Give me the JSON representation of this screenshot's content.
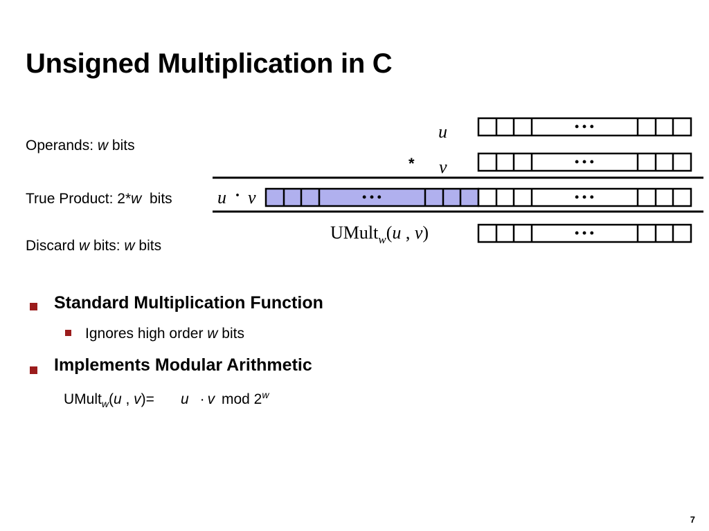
{
  "slide": {
    "title": "Unsigned Multiplication in C",
    "page_number": "7"
  },
  "labels": {
    "operands_prefix": "Operands: ",
    "operands_var": "w",
    "operands_suffix": " bits",
    "true_product_prefix": "True Product: 2*",
    "true_product_var": "w",
    "true_product_suffix": "  bits",
    "discard_prefix": "Discard ",
    "discard_var1": "w",
    "discard_mid": " bits: ",
    "discard_var2": "w",
    "discard_suffix": " bits"
  },
  "diagram": {
    "u_label": "u",
    "mult_sign": "*",
    "v_label": "v",
    "product_u": "u",
    "product_dot": "·",
    "product_v": "v",
    "umult_text": "UMult",
    "umult_sub": "w",
    "umult_open": "(",
    "umult_u": "u",
    "umult_comma": " , ",
    "umult_v": "v",
    "umult_close": ")",
    "ellipsis": "• • •",
    "highlight_color": "#b0b0ee"
  },
  "bullets": [
    {
      "text": "Standard Multiplication Function",
      "sub": [
        {
          "prefix": "Ignores high order ",
          "var": "w",
          "suffix": " bits"
        }
      ]
    },
    {
      "text": "Implements Modular Arithmetic"
    }
  ],
  "formula": {
    "lhs": "UMult",
    "lhs_sub": "w",
    "open": "(",
    "u": "u",
    "comma": " , ",
    "v": "v",
    "close_eq": ")=",
    "rhs_u": "u",
    "dot": "·",
    "rhs_v": "v",
    "mod": " mod 2",
    "exp": "w"
  },
  "bullet_color": "#9b1c1c"
}
